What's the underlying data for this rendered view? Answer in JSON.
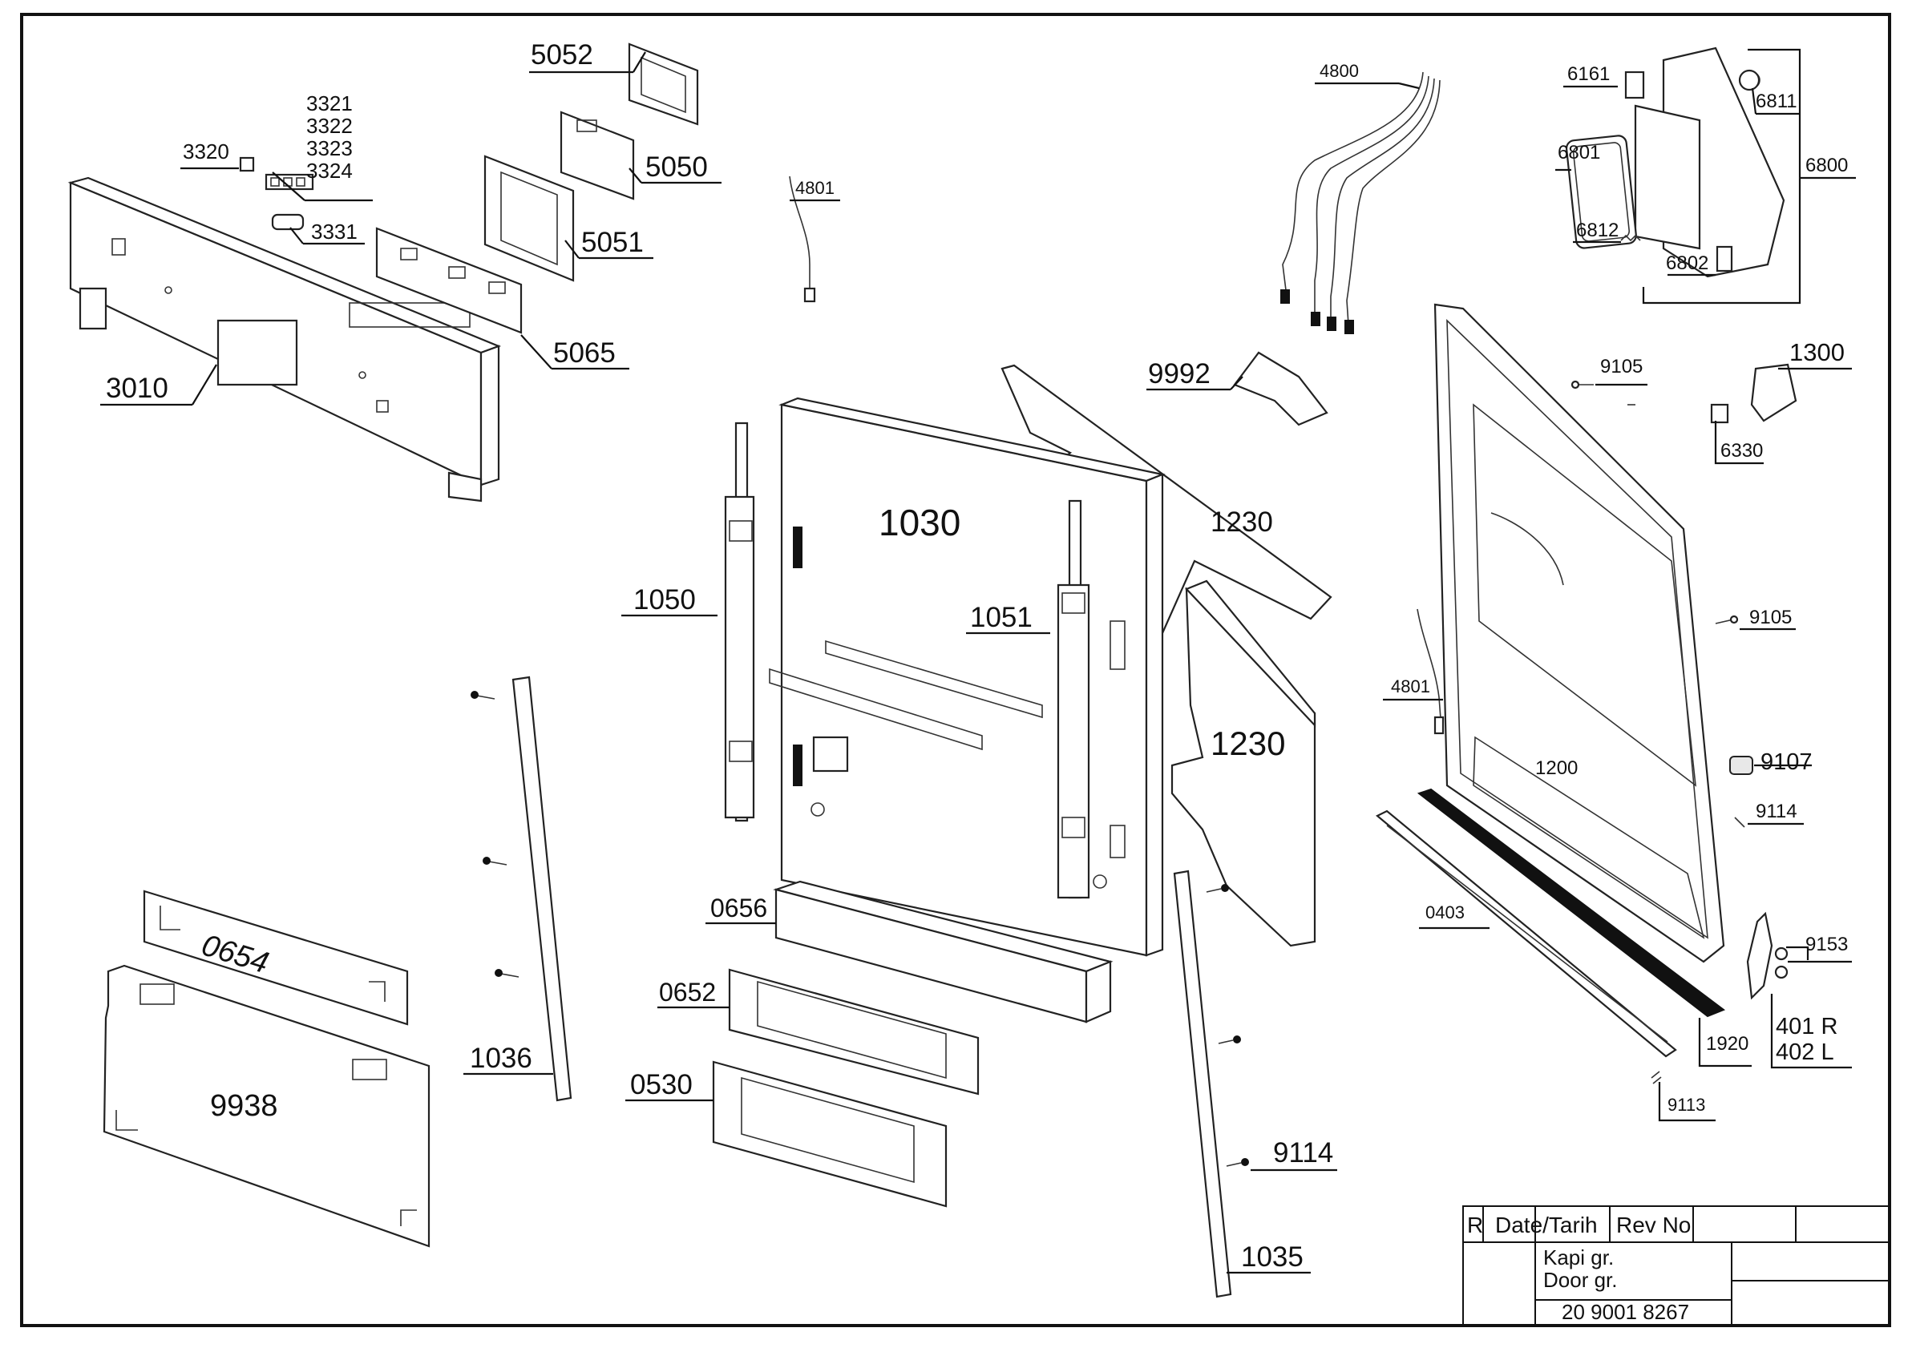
{
  "labels": {
    "l5052": "5052",
    "l5050": "5050",
    "l5051": "5051",
    "l5065": "5065",
    "l3321": "3321",
    "l3322": "3322",
    "l3323": "3323",
    "l3324": "3324",
    "l3320": "3320",
    "l3331": "3331",
    "l3010": "3010",
    "l4801a": "4801",
    "l4800": "4800",
    "l6161": "6161",
    "l6811": "6811",
    "l6801": "6801",
    "l6800": "6800",
    "l6812": "6812",
    "l6802": "6802",
    "l9992": "9992",
    "l1300": "1300",
    "l9105a": "9105",
    "l6330": "6330",
    "l1030": "1030",
    "l1230a": "1230",
    "l1050": "1050",
    "l1051": "1051",
    "l1230b": "1230",
    "l9105b": "9105",
    "l4801b": "4801",
    "l1200": "1200",
    "l9107": "9107",
    "l9114a": "9114",
    "l0403": "0403",
    "l9153": "9153",
    "l401r": "401 R",
    "l402l": "402 L",
    "l1920": "1920",
    "l9113": "9113",
    "l0656": "0656",
    "l0652": "0652",
    "l0530": "0530",
    "l0654": "0654",
    "l9938": "9938",
    "l1036": "1036",
    "l9114b": "9114",
    "l1035": "1035"
  },
  "title_block": {
    "col_r": "R",
    "col_date": "Date/Tarih",
    "col_rev": "Rev No",
    "group_tr": "Kapi gr.",
    "group_en": "Door gr.",
    "drawing_number": "20 9001 8267"
  }
}
